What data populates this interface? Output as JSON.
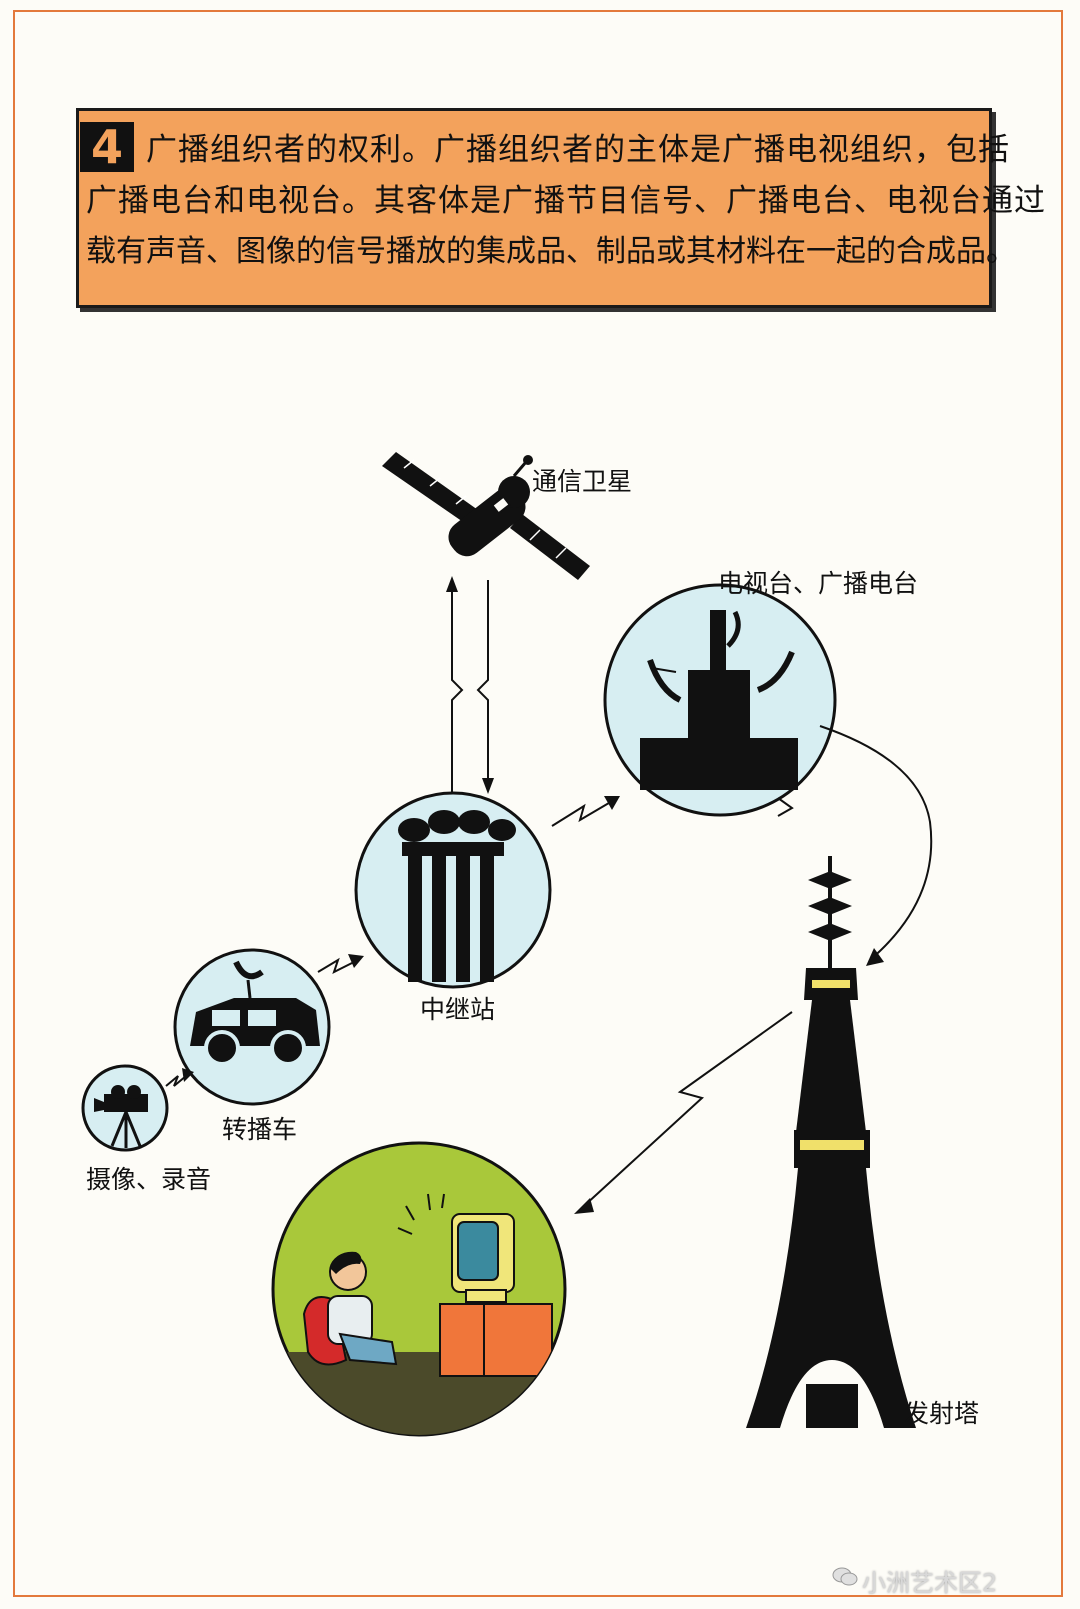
{
  "caption": {
    "number": "4",
    "line1": "广播组织者的权利。广播组织者的主体是广播电视组织，包括",
    "line2": "广播电台和电视台。其客体是广播节目信号、广播电台、电视台通过",
    "line3": "载有声音、图像的信号播放的集成品、制品或其材料在一起的合成品。"
  },
  "labels": {
    "satellite": "通信卫星",
    "station": "电视台、广播电台",
    "relay": "中继站",
    "van": "转播车",
    "camera": "摄像、录音",
    "tower": "发射塔"
  },
  "watermark": {
    "text": "小洲艺术区2"
  },
  "colors": {
    "caption_bg": "#f3a25c",
    "frame": "#e3793c",
    "circle_fill": "#d7eef2",
    "viewer_circle": "#a9c83a",
    "tv_orange": "#f0763a",
    "tv_yellow": "#f0e67a",
    "tower_band": "#f0e06a"
  }
}
